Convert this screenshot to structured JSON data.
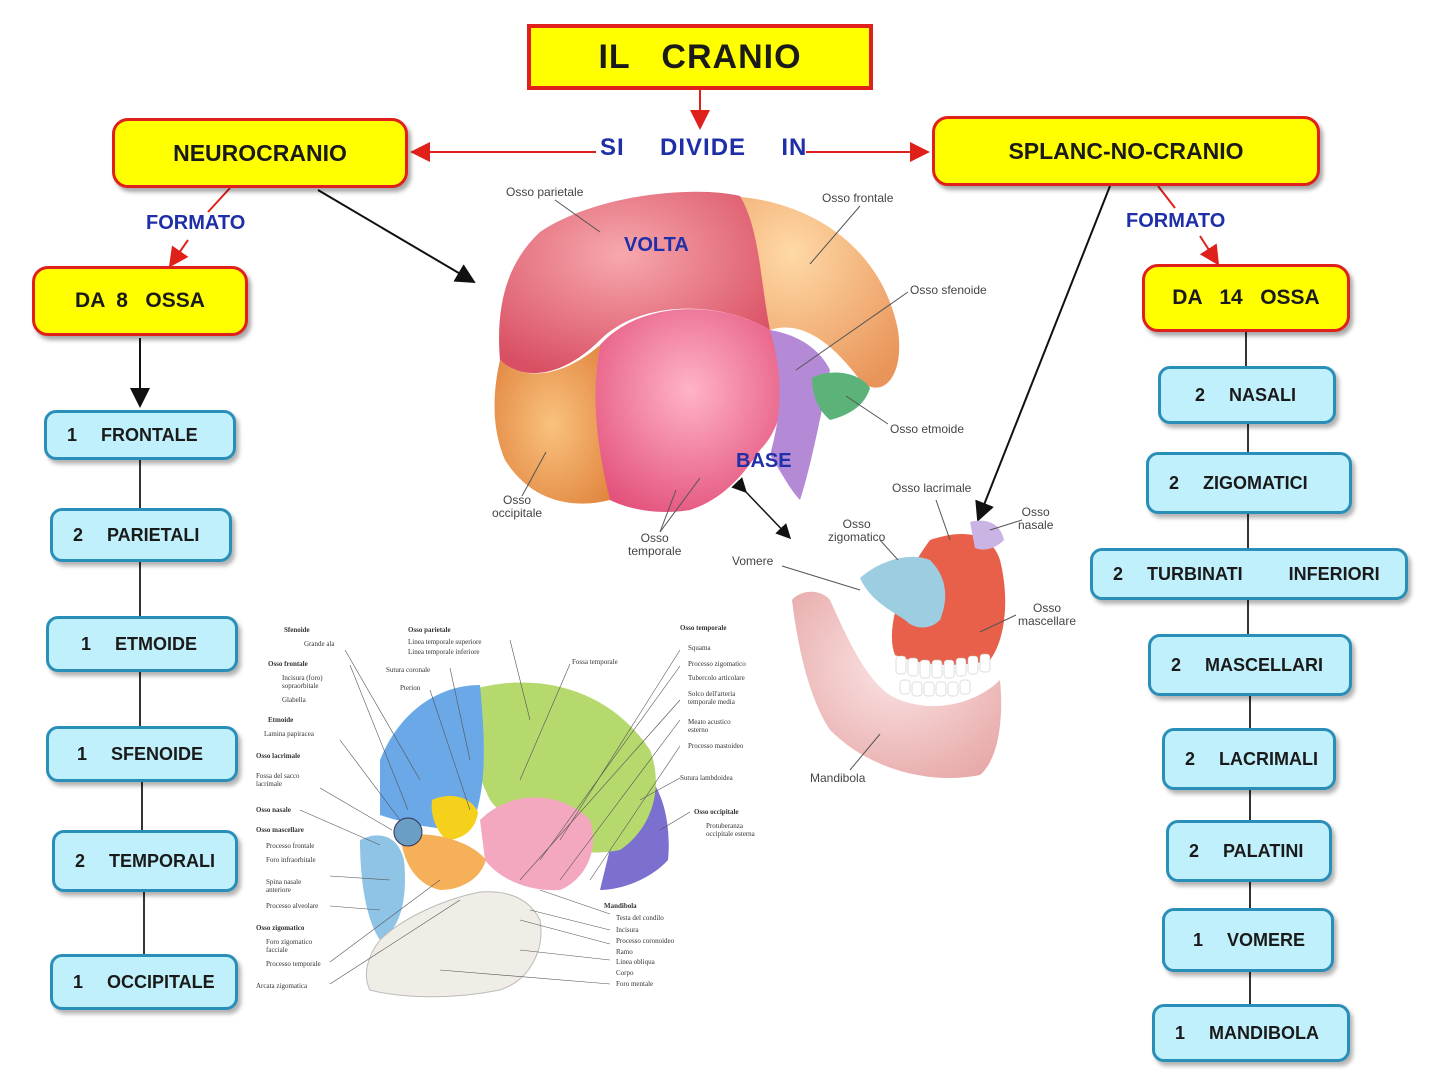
{
  "title": "IL   CRANIO",
  "connector": {
    "si": "SI",
    "divide": "DIVIDE",
    "in": "IN"
  },
  "neurocranio": {
    "label": "NEUROCRANIO",
    "formato": "FORMATO",
    "count_label": "DA  8   OSSA",
    "bones": [
      {
        "num": "1",
        "name": "FRONTALE"
      },
      {
        "num": "2",
        "name": "PARIETALI"
      },
      {
        "num": "1",
        "name": "ETMOIDE"
      },
      {
        "num": "1",
        "name": "SFENOIDE"
      },
      {
        "num": "2",
        "name": "TEMPORALI"
      },
      {
        "num": "1",
        "name": "OCCIPITALE"
      }
    ]
  },
  "splancnocranio": {
    "label": "SPLANC-NO-CRANIO",
    "formato": "FORMATO",
    "count_label": "DA   14   OSSA",
    "bones": [
      {
        "num": "2",
        "name": "NASALI"
      },
      {
        "num": "2",
        "name": "ZIGOMATICI"
      },
      {
        "num": "2",
        "name": "TURBINATI",
        "name2": "INFERIORI"
      },
      {
        "num": "2",
        "name": "MASCELLARI"
      },
      {
        "num": "2",
        "name": "LACRIMALI"
      },
      {
        "num": "2",
        "name": "PALATINI"
      },
      {
        "num": "1",
        "name": "VOMERE"
      },
      {
        "num": "1",
        "name": "MANDIBOLA"
      }
    ]
  },
  "skull_illustration": {
    "volta": "VOLTA",
    "base": "BASE",
    "labels": {
      "parietale": "Osso parietale",
      "frontale": "Osso frontale",
      "sfenoide": "Osso sfenoide",
      "etmoide": "Osso etmoide",
      "occipitale": "Osso\noccipitale",
      "temporale": "Osso\ntemporale"
    }
  },
  "face_illustration": {
    "labels": {
      "lacrimale": "Osso lacrimale",
      "nasale": "Osso\nnasale",
      "zigomatico": "Osso\nzigomatico",
      "vomere": "Vomere",
      "mascellare": "Osso\nmascellare",
      "mandibola": "Mandibola"
    }
  },
  "lateral_skull": {
    "left_labels": [
      "Sfenoide",
      "Grande ala",
      "Osso frontale",
      "Incisura (foro) sopraorbitale",
      "Glabella",
      "Etmoide",
      "Lamina papiracea",
      "Osso lacrimale",
      "Fossa del sacco lacrimale",
      "Osso nasale",
      "Osso mascellare",
      "Processo frontale",
      "Foro infraorbitale",
      "Spina nasale anteriore",
      "Processo alveolare",
      "Osso zigomatico",
      "Foro zigomatico facciale",
      "Processo temporale",
      "Arcata zigomatica"
    ],
    "top_labels": [
      "Osso parietale",
      "Linea temporale superiore",
      "Linea temporale inferiore",
      "Sutura coronale",
      "Pterion",
      "Fossa temporale"
    ],
    "right_labels": [
      "Osso temporale",
      "Squama",
      "Processo zigomatico",
      "Tubercolo articolare",
      "Solco dell'arteria temporale media",
      "Meato acustico esterno",
      "Processo mastoideo",
      "Sutura lambdoidea",
      "Osso occipitale",
      "Protuberanza occipitale esterna",
      "Mandibola",
      "Testa del condilo",
      "Incisura",
      "Processo coronoideo",
      "Ramo",
      "Linea obliqua",
      "Corpo",
      "Foro mentale"
    ]
  },
  "colors": {
    "yellow": "#ffff00",
    "red_border": "#e0201b",
    "cyan_fill": "#bff0fb",
    "cyan_border": "#2a8fb8",
    "blue_text": "#1f2fa8"
  }
}
